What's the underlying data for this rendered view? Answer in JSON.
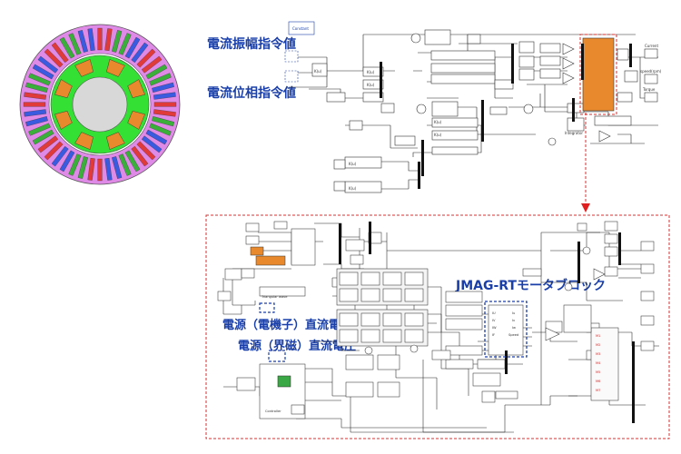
{
  "annotations": {
    "current_amplitude_cmd": "電流振幅指令値",
    "current_phase_cmd": "電流位相指令値",
    "jmag_block": "JMAG-RTモータブロック",
    "armature_voltage": "電源（電機子）直流電圧",
    "field_voltage": "電源（界磁）直流電圧"
  },
  "upper_diagram": {
    "source_block_label": "Constant",
    "gain_labels": [
      "K(u)",
      "K(u)",
      "K(u)",
      "K(u)",
      "K(u)",
      "K(u)"
    ],
    "outputs": [
      "Current",
      "speed(rpm)",
      "Torque"
    ],
    "integrator_label": "Integrator"
  },
  "lower_diagram": {
    "pwm_label": "Triangular wave",
    "jmag_ports": [
      "IU",
      "IV",
      "IW",
      "IF",
      "Iu",
      "Iv",
      "Iw",
      "Speed"
    ],
    "controller_label": "Controller"
  },
  "colors": {
    "annotation_text": "#1a3fa8",
    "highlight_orange": "#e8892e",
    "dashed_red": "#d63030",
    "dashed_blue": "#1a3fa8",
    "rotor_green": "#33e033",
    "stator_pink": "#e08ae8"
  }
}
